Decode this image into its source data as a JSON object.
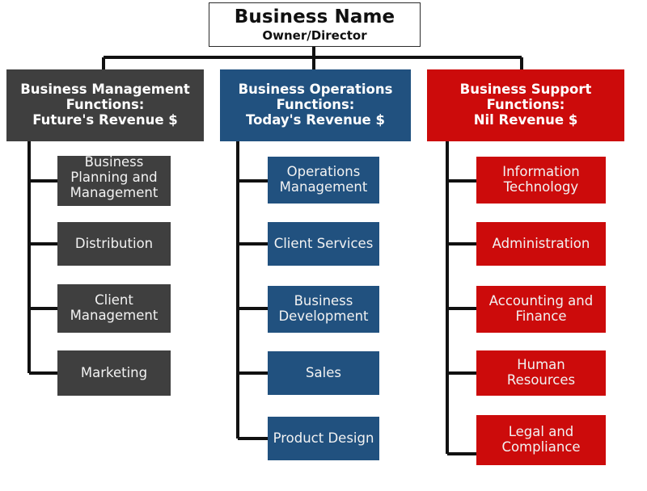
{
  "diagram": {
    "title_text": "Business Name",
    "subtitle_text": "Owner/Director",
    "colors": {
      "management": "#3f3f3f",
      "operations": "#21517f",
      "support": "#cc0b0b",
      "connector": "#111111",
      "root_background": "#ffffff",
      "node_text": "#f2f2f2"
    },
    "root": {
      "name": "Business Name",
      "role": "Owner/Director"
    },
    "branches": [
      {
        "id": "management",
        "header": "Business Management\nFunctions:\nFuture's Revenue $",
        "header_line1": "Business Management",
        "header_line2": "Functions:",
        "header_line3": "Future's Revenue $",
        "color": "#3f3f3f",
        "children": [
          {
            "label": "Business\nPlanning and\nManagement"
          },
          {
            "label": "Distribution"
          },
          {
            "label": "Client\nManagement"
          },
          {
            "label": "Marketing"
          }
        ]
      },
      {
        "id": "operations",
        "header": "Business Operations\nFunctions:\nToday's Revenue $",
        "header_line1": "Business Operations",
        "header_line2": "Functions:",
        "header_line3": "Today's Revenue $",
        "color": "#21517f",
        "children": [
          {
            "label": "Operations\nManagement"
          },
          {
            "label": "Client Services"
          },
          {
            "label": "Business\nDevelopment"
          },
          {
            "label": "Sales"
          },
          {
            "label": "Product Design"
          }
        ]
      },
      {
        "id": "support",
        "header": "Business Support\nFunctions:\nNil Revenue $",
        "header_line1": "Business Support",
        "header_line2": "Functions:",
        "header_line3": "Nil Revenue $",
        "color": "#cc0b0b",
        "children": [
          {
            "label": "Information\nTechnology"
          },
          {
            "label": "Administration"
          },
          {
            "label": "Accounting and\nFinance"
          },
          {
            "label": "Human\nResources"
          },
          {
            "label": "Legal and\nCompliance"
          }
        ]
      }
    ]
  }
}
